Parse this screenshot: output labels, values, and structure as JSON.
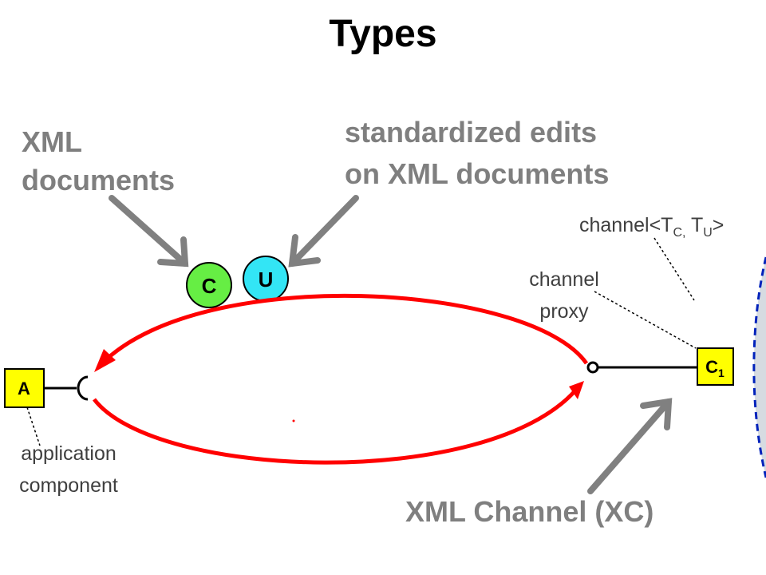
{
  "title": "Types",
  "labels": {
    "xml_documents": [
      "XML",
      "documents"
    ],
    "standardized_edits": [
      "standardized edits",
      "on XML documents"
    ],
    "channel_type": {
      "prefix": "channel<T",
      "c_sub": "C,",
      "mid": " T",
      "u_sub": "U",
      "suffix": ">"
    },
    "channel_proxy": [
      "channel",
      "proxy"
    ],
    "application_component": [
      "application",
      "component"
    ],
    "xml_channel": "XML Channel (XC)"
  },
  "nodes": {
    "c_circle": "C",
    "u_circle": "U",
    "app_box": "A",
    "channel_box": {
      "main": "C",
      "sub": "1"
    }
  },
  "colors": {
    "arrow_red": "#ff0000",
    "pointer_gray": "#808080",
    "c_green": "#66ee44",
    "u_cyan": "#33e5f5",
    "box_yellow": "#ffff00",
    "channel_fill": "#d6dbe1",
    "channel_border": "#0022bb"
  }
}
